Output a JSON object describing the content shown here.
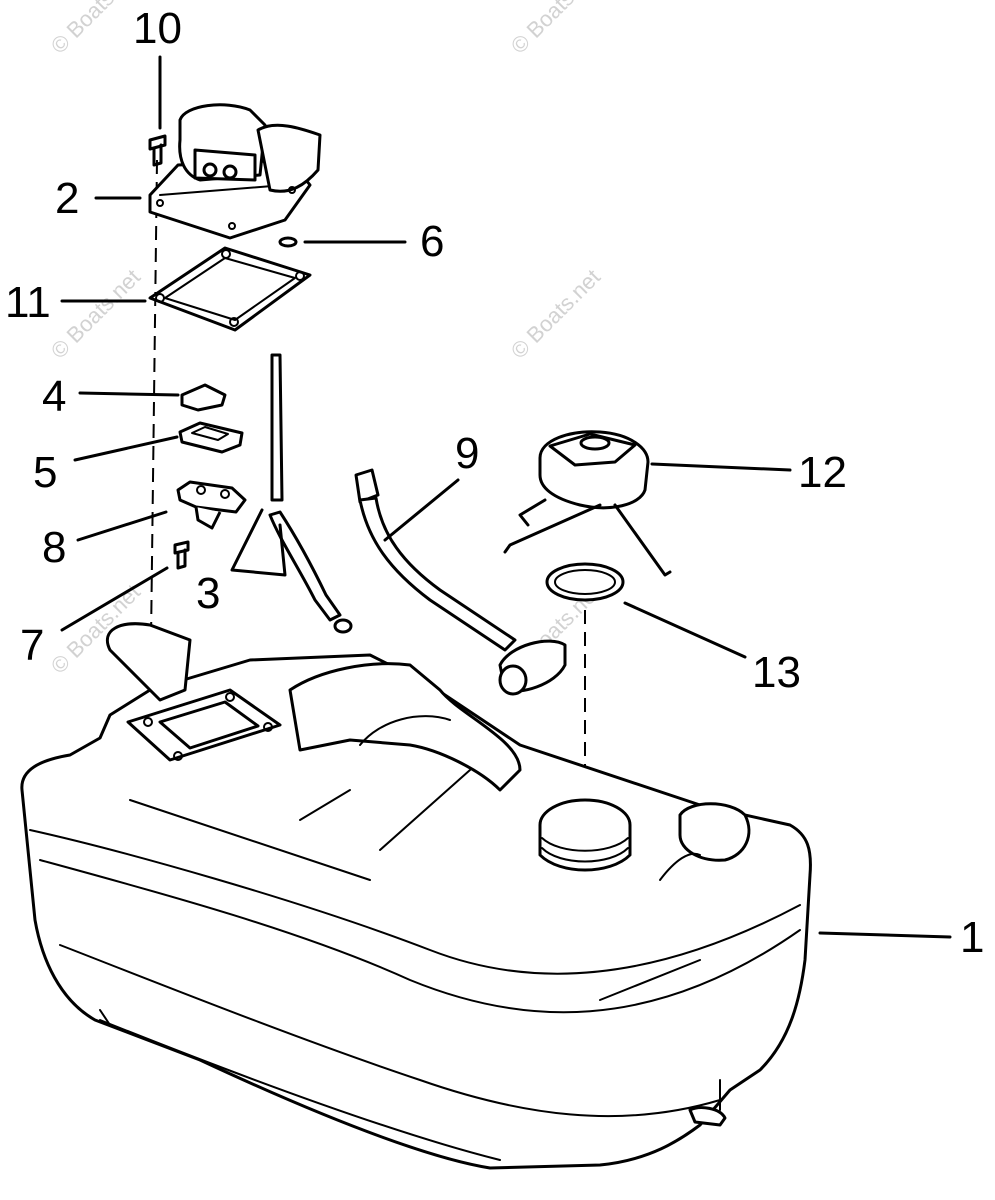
{
  "watermark": "© Boats.net",
  "callouts": [
    {
      "id": "1",
      "label": "1"
    },
    {
      "id": "2",
      "label": "2"
    },
    {
      "id": "3",
      "label": "3"
    },
    {
      "id": "4",
      "label": "4"
    },
    {
      "id": "5",
      "label": "5"
    },
    {
      "id": "6",
      "label": "6"
    },
    {
      "id": "7",
      "label": "7"
    },
    {
      "id": "8",
      "label": "8"
    },
    {
      "id": "9",
      "label": "9"
    },
    {
      "id": "10",
      "label": "10"
    },
    {
      "id": "11",
      "label": "11"
    },
    {
      "id": "12",
      "label": "12"
    },
    {
      "id": "13",
      "label": "13"
    }
  ]
}
